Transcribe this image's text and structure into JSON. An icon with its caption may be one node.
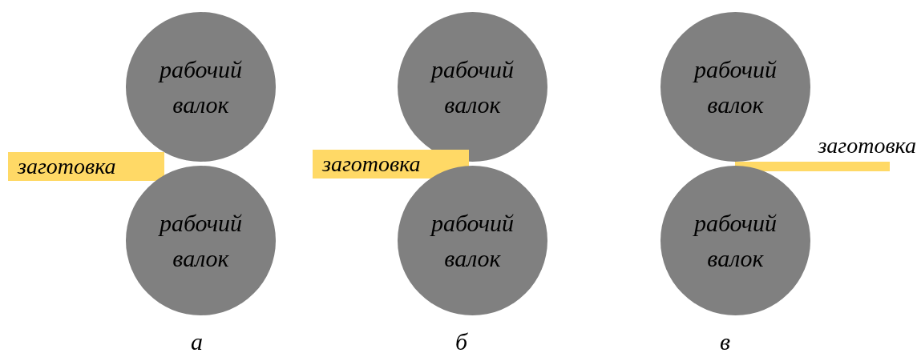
{
  "diagram": {
    "nodes": [
      {
        "text": [
          "рабочий валок"
        ]
      },
      {
        "text": [
          "заготовка"
        ]
      },
      {
        "text": [
          "рабочий валок"
        ]
      },
      {
        "text": [
          "рабочий валок"
        ]
      },
      {
        "text": [
          "заготовка"
        ]
      },
      {
        "text": [
          "рабочий валок"
        ]
      },
      {
        "text": [
          "рабочий валок"
        ]
      },
      {
        "text": [
          "заготовка"
        ]
      },
      {
        "text": [
          "рабочий валок"
        ]
      }
    ],
    "labels": [
      "а",
      "б",
      "в"
    ]
  }
}
